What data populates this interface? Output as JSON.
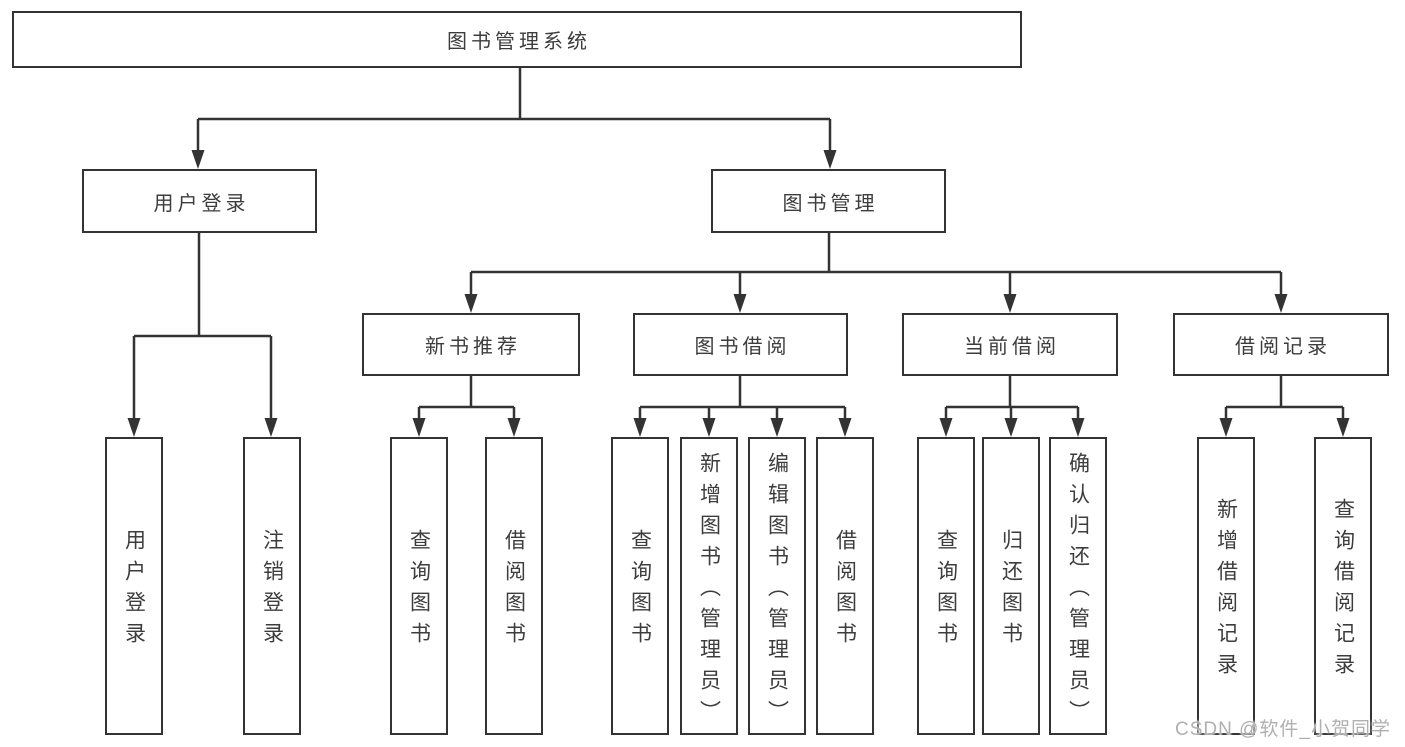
{
  "tree": {
    "label": "图书管理系统",
    "children": [
      {
        "label": "用户登录",
        "leaves": [
          "用户登录",
          "注销登录"
        ]
      },
      {
        "label": "图书管理",
        "children": [
          {
            "label": "新书推荐",
            "leaves": [
              "查询图书",
              "借阅图书"
            ]
          },
          {
            "label": "图书借阅",
            "leaves": [
              "查询图书",
              "新增图书（管理员）",
              "编辑图书（管理员）",
              "借阅图书"
            ]
          },
          {
            "label": "当前借阅",
            "leaves": [
              "查询图书",
              "归还图书",
              "确认归还（管理员）"
            ]
          },
          {
            "label": "借阅记录",
            "leaves": [
              "新增借阅记录",
              "查询借阅记录"
            ]
          }
        ]
      }
    ]
  },
  "watermark": {
    "text": "CSDN @软件_小贺同学"
  },
  "colors": {
    "border": "#333333",
    "line": "#333333",
    "text": "#3d3d3d",
    "watermark": "#b0b0b0",
    "background": "#ffffff"
  }
}
